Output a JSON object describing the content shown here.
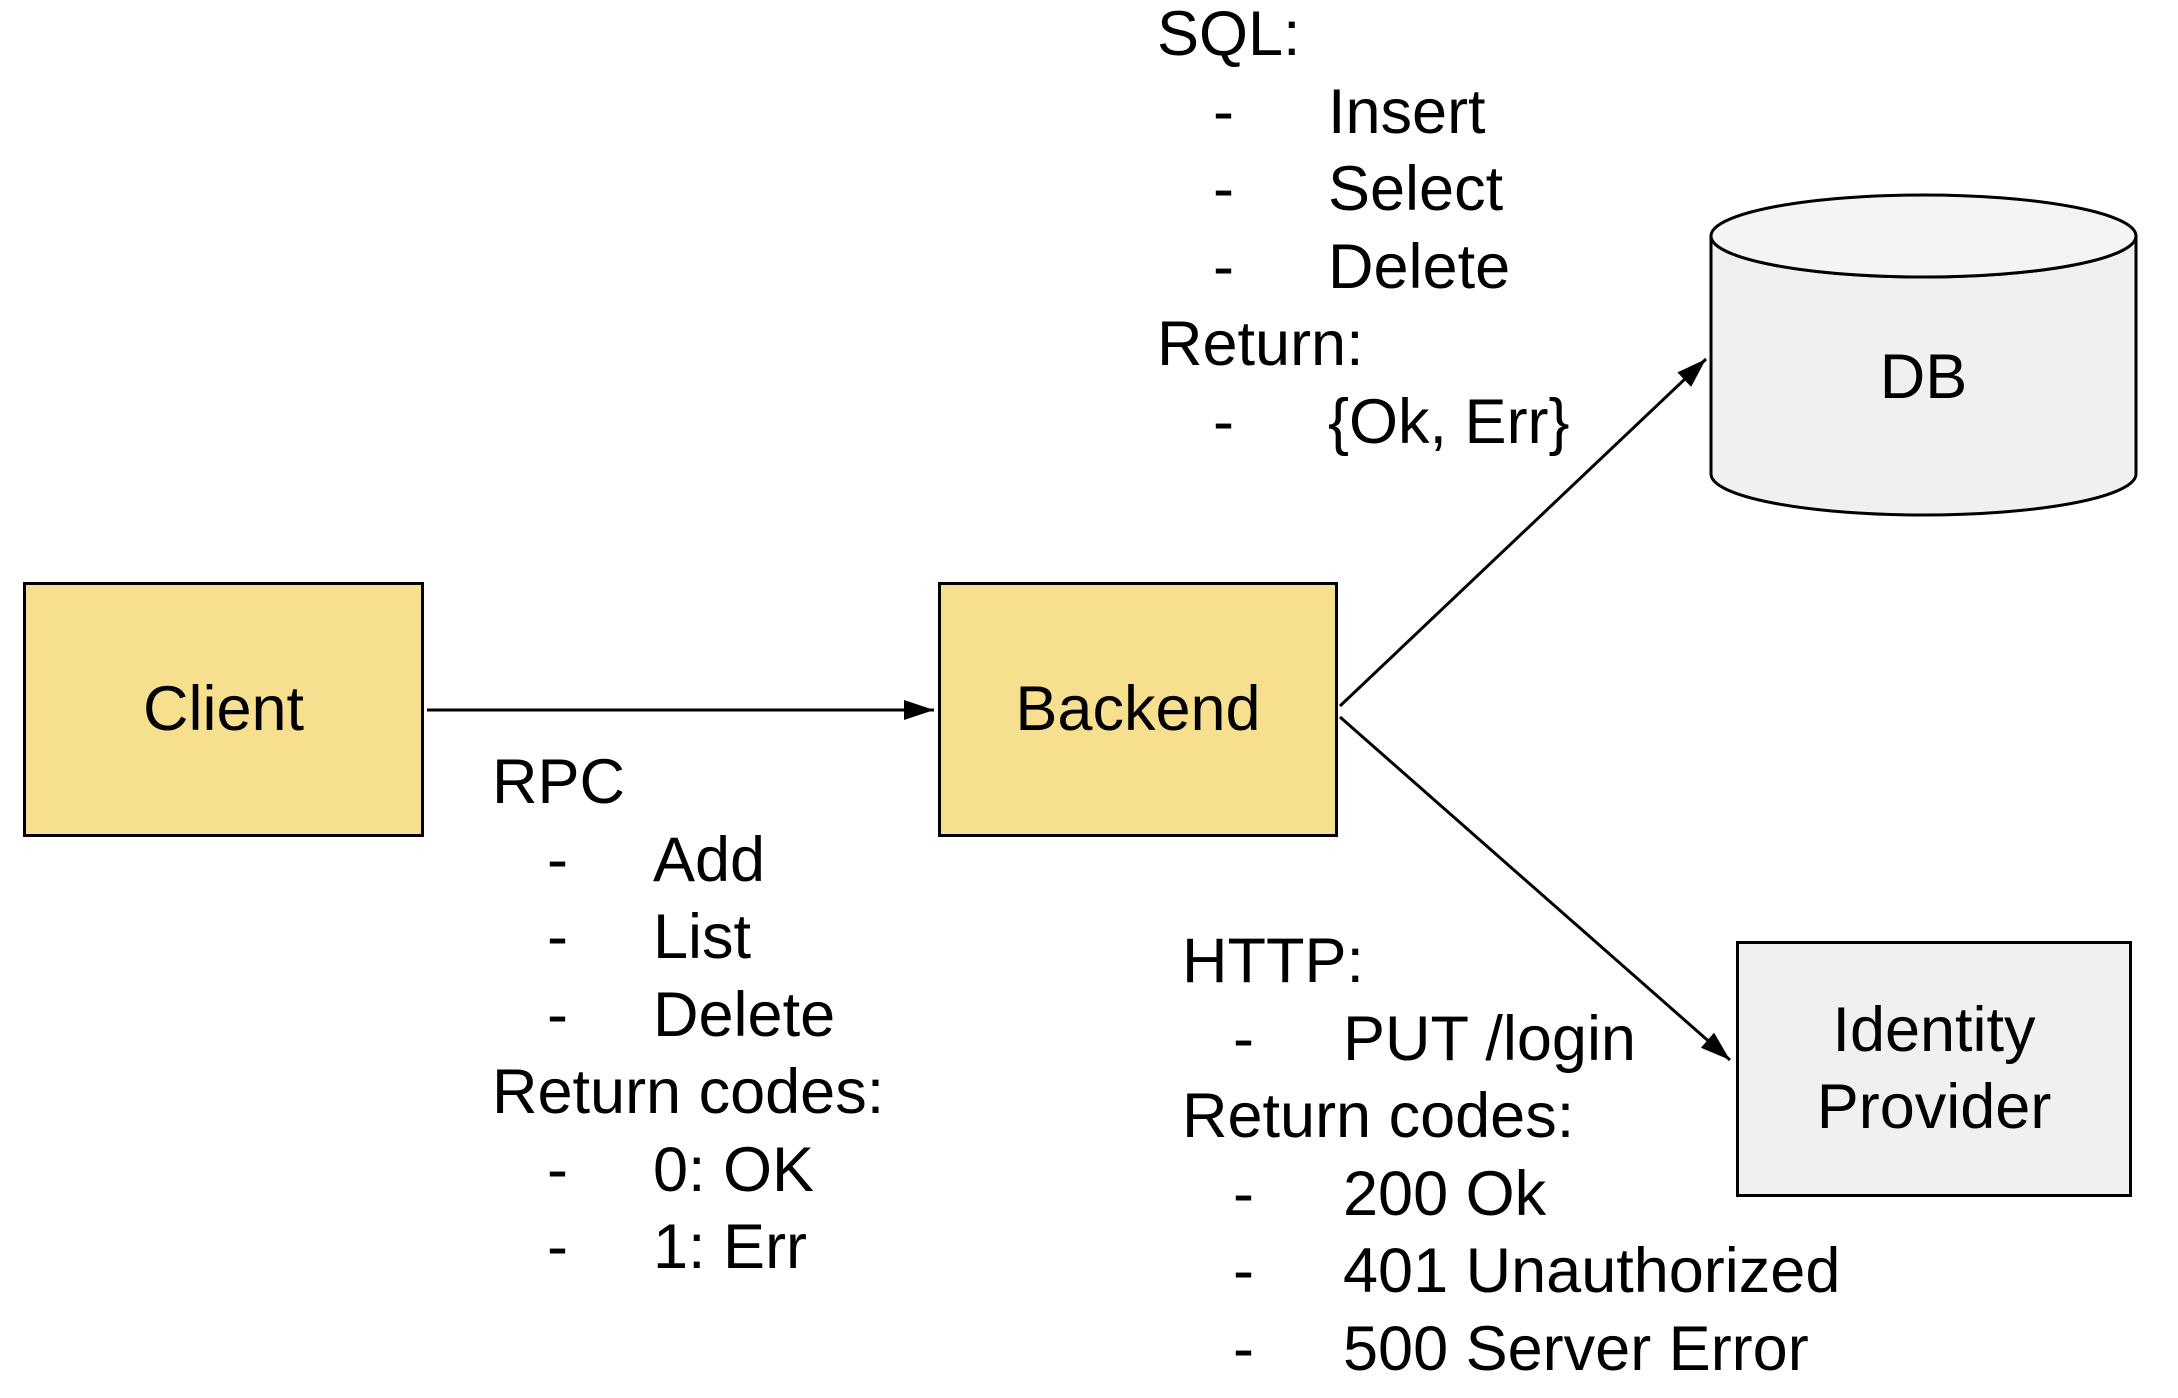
{
  "diagram": {
    "background": "#FFFFFF",
    "colors": {
      "node_fill_yellow": "#F6DF8E",
      "node_fill_gray": "#F0F0F0",
      "cylinder_top_fill": "#F4F4F4",
      "cylinder_body_fill": "#F0F0F0",
      "stroke": "#000000",
      "text": "#000000"
    },
    "dash": "-",
    "nodes": {
      "client": {
        "label": "Client"
      },
      "backend": {
        "label": "Backend"
      },
      "db": {
        "label": "DB"
      },
      "identity_provider": {
        "label_line1": "Identity",
        "label_line2": "Provider"
      }
    },
    "edges": [
      {
        "from": "client",
        "to": "backend"
      },
      {
        "from": "backend",
        "to": "db"
      },
      {
        "from": "backend",
        "to": "identity_provider"
      }
    ],
    "annotations": {
      "rpc": {
        "header1": "RPC",
        "items1": [
          "Add",
          "List",
          "Delete"
        ],
        "header2": "Return codes:",
        "items2": [
          "0: OK",
          "1: Err"
        ]
      },
      "sql": {
        "header1": "SQL:",
        "items1": [
          "Insert",
          "Select",
          "Delete"
        ],
        "header2": "Return:",
        "items2": [
          "{Ok, Err}"
        ]
      },
      "http": {
        "header1": "HTTP:",
        "items1": [
          "PUT /login"
        ],
        "header2": "Return codes:",
        "items2": [
          "200 Ok",
          "401 Unauthorized",
          "500 Server Error"
        ]
      }
    }
  }
}
